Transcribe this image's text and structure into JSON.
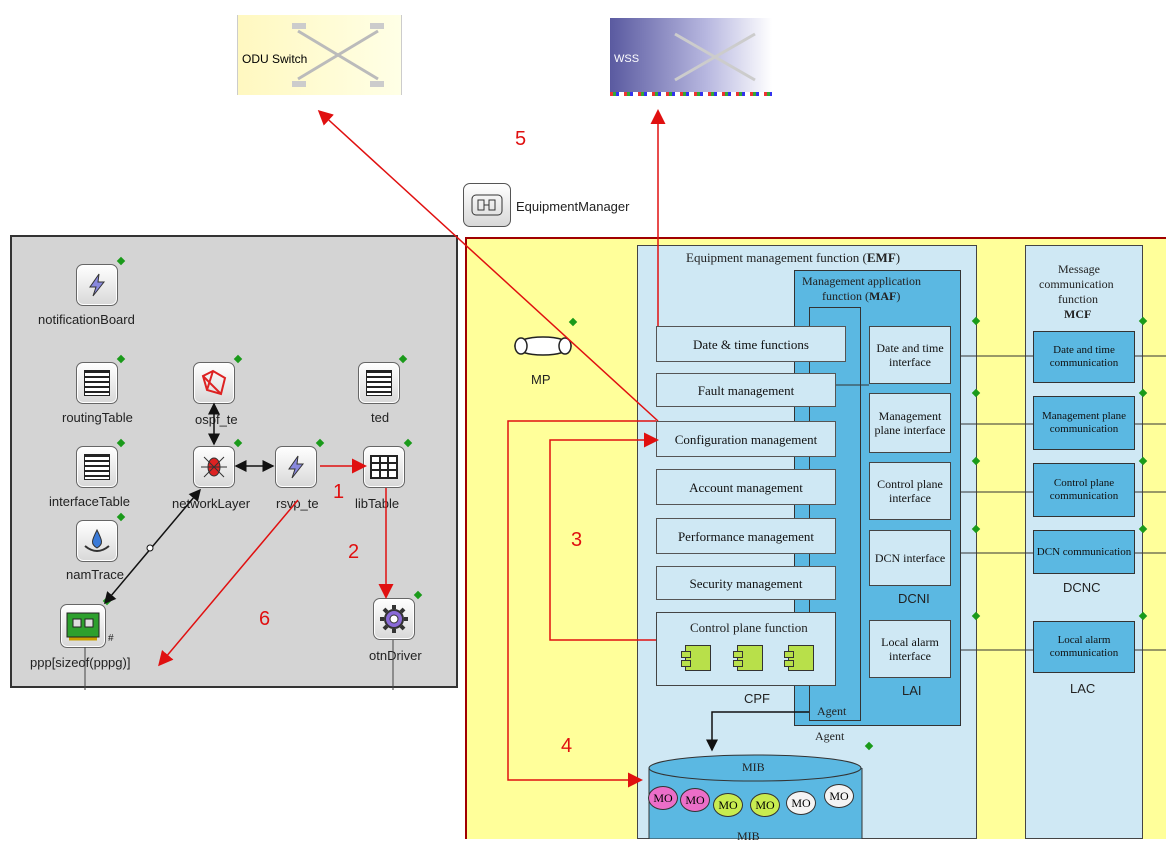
{
  "top": {
    "odu_switch": "ODU Switch",
    "wss": "WSS",
    "equipment_manager": "EquipmentManager"
  },
  "left_panel": {
    "notification_board": "notificationBoard",
    "routing_table": "routingTable",
    "ospf_te": "ospf_te",
    "ted": "ted",
    "interface_table": "interfaceTable",
    "network_layer": "networkLayer",
    "rsvp_te": "rsvp_te",
    "lib_table": "libTable",
    "nam_trace": "namTrace",
    "ppp": "ppp[sizeof(pppg)]",
    "otn_driver": "otnDriver"
  },
  "steps": [
    "1",
    "2",
    "3",
    "4",
    "5",
    "6"
  ],
  "emf": {
    "title_prefix": "Equipment management function (",
    "title_abbr": "EMF",
    "title_suffix": ")",
    "maf_line1": "Management application",
    "maf_line2_prefix": "function (",
    "maf_abbr": "MAF",
    "maf_line2_suffix": ")",
    "functions": [
      "Date & time functions",
      "Fault management",
      "Configuration management",
      "Account management",
      "Performance management",
      "Security management"
    ],
    "cpf_title": "Control plane function",
    "cpf_label": "CPF",
    "mp_label": "MP",
    "interfaces": [
      "Date and time interface",
      "Management plane interface",
      "Control plane interface",
      "DCN interface",
      "Local alarm interface"
    ],
    "dcni_label": "DCNI",
    "lai_label": "LAI",
    "agent_inner": "Agent",
    "agent_outer": "Agent",
    "mib_title": "MIB",
    "mib_bottom": "MIB",
    "mo_label": "MO",
    "mo_colors": [
      "#ec6ec8",
      "#ec6ec8",
      "#c8ec50",
      "#c8ec50",
      "#f4f4f4",
      "#f4f4f4"
    ]
  },
  "mcf": {
    "title_lines": [
      "Message",
      "communication",
      "function"
    ],
    "title_abbr": "MCF",
    "boxes": [
      "Date and time communication",
      "Management plane communication",
      "Control plane communication",
      "DCN communication",
      "Local alarm communication"
    ],
    "dcnc_label": "DCNC",
    "lac_label": "LAC"
  },
  "colors": {
    "arrow_red": "#e01010",
    "left_panel_bg": "#d4d4d4",
    "right_bg": "#ffff9a",
    "box_fill": "#cfe8f4",
    "maf_fill": "#5bb8e2"
  }
}
